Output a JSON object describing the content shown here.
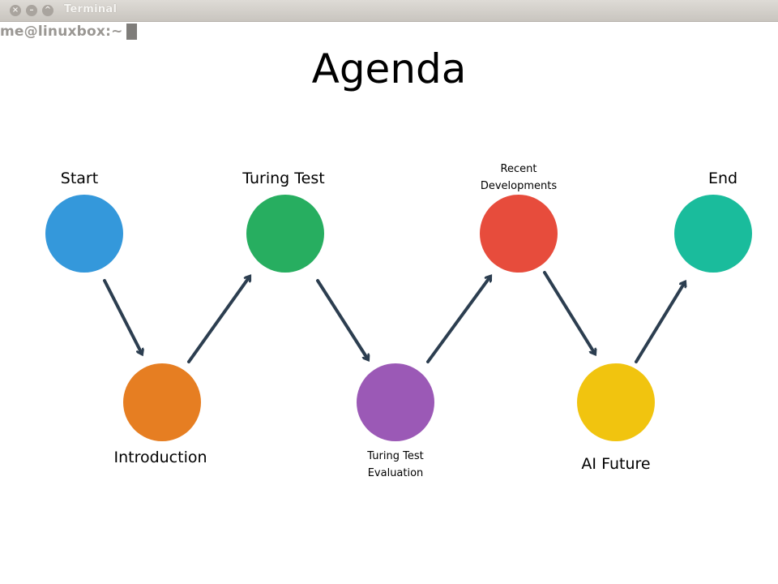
{
  "window": {
    "title": "Terminal",
    "close_glyph": "×",
    "minimize_glyph": "–",
    "maximize_glyph": "^"
  },
  "terminal": {
    "prompt": "me@linuxbox:~"
  },
  "slide": {
    "title": "Agenda",
    "stages": [
      {
        "label_line1": "Start",
        "label_line2": "",
        "color": "#3498db"
      },
      {
        "label_line1": "Introduction",
        "label_line2": "",
        "color": "#e67e22"
      },
      {
        "label_line1": "Turing Test",
        "label_line2": "",
        "color": "#27ae60"
      },
      {
        "label_line1": "Turing Test",
        "label_line2": "Evaluation",
        "color": "#9b59b6"
      },
      {
        "label_line1": "Recent",
        "label_line2": "Developments",
        "color": "#e74c3c"
      },
      {
        "label_line1": "AI Future",
        "label_line2": "",
        "color": "#f1c40f"
      },
      {
        "label_line1": "End",
        "label_line2": "",
        "color": "#1abc9c"
      }
    ],
    "arrow_color": "#2c3e50"
  }
}
